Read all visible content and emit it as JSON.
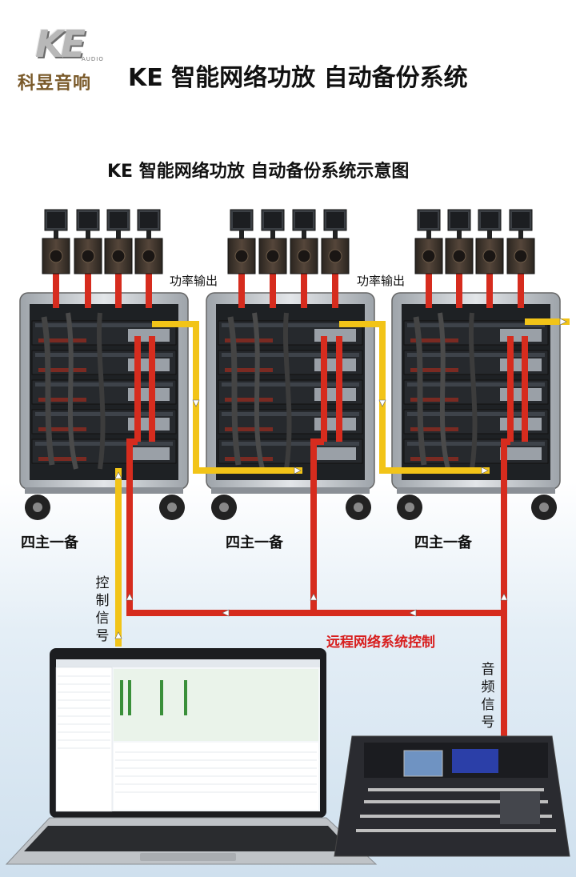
{
  "brand": {
    "logo_text": "KE",
    "logo_subtext": "AUDIO",
    "logo_cn": "科昱音响"
  },
  "title": "KE 智能网络功放 自动备份系统",
  "subtitle": "KE 智能网络功放 自动备份系统示意图",
  "labels": {
    "power_output_1": "功率输出",
    "power_output_2": "功率输出",
    "rack_1": "四主一备",
    "rack_2": "四主一备",
    "rack_3": "四主一备",
    "control_signal": "控制信号",
    "audio_signal": "音频信号",
    "remote_control": "远程网络系统控制"
  },
  "colors": {
    "red_line": "#d62c1e",
    "yellow_line": "#f2c418",
    "label_red": "#d81e1e",
    "rack_metal": "#b9bec4",
    "rack_dark": "#2a2d31"
  },
  "icons": {
    "laptop": "laptop-icon",
    "mixer": "mixing-console-icon",
    "speaker": "speaker-icon",
    "rack": "amplifier-rack-icon"
  }
}
